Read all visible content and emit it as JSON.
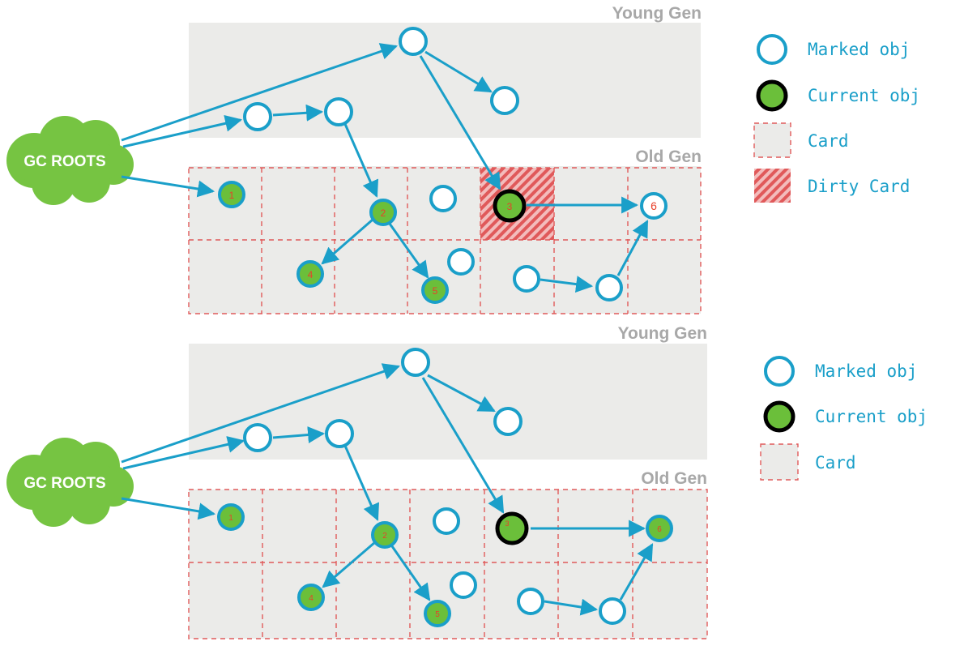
{
  "colors": {
    "accent": "#1a9fc9",
    "gen_background": "#ebebe9",
    "card_border": "#e05a5a",
    "dirty_card": "#e0595a",
    "object_green": "#6bbf3a",
    "current_border": "#000000",
    "cloud": "#76c442"
  },
  "panels": [
    {
      "young_gen_label": "Young Gen",
      "old_gen_label": "Old Gen",
      "roots_label": "GC ROOTS",
      "legend": [
        {
          "icon": "marked-obj-icon",
          "label": "Marked obj"
        },
        {
          "icon": "current-obj-icon",
          "label": "Current obj"
        },
        {
          "icon": "card-icon",
          "label": "Card"
        },
        {
          "icon": "dirty-card-icon",
          "label": "Dirty Card"
        }
      ],
      "objects": [
        "1",
        "2",
        "3",
        "4",
        "5",
        "6"
      ]
    },
    {
      "young_gen_label": "Young Gen",
      "old_gen_label": "Old Gen",
      "roots_label": "GC ROOTS",
      "legend": [
        {
          "icon": "marked-obj-icon",
          "label": "Marked obj"
        },
        {
          "icon": "current-obj-icon",
          "label": "Current obj"
        },
        {
          "icon": "card-icon",
          "label": "Card"
        }
      ],
      "objects": [
        "1",
        "2",
        "3",
        "4",
        "5",
        "6"
      ]
    }
  ]
}
